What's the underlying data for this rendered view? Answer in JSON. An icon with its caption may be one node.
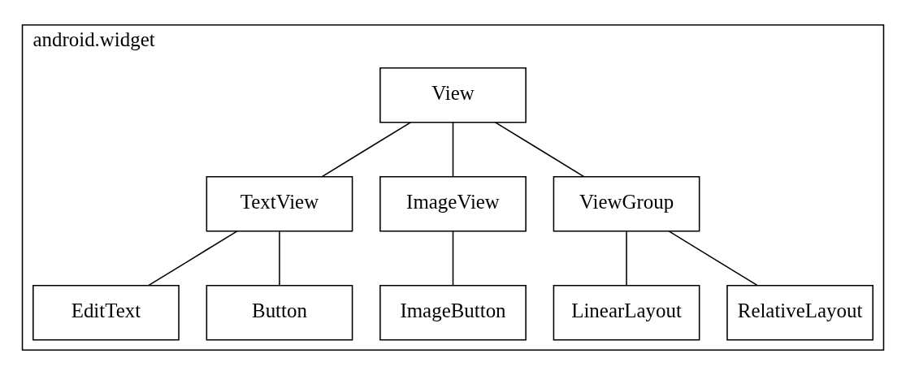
{
  "diagram": {
    "nodes": [
      {
        "text": [
          "android.widget"
        ]
      },
      {
        "text": [
          "View"
        ],
        "in": 0
      },
      {
        "text": [
          "TextView"
        ],
        "in": 0
      },
      {
        "text": [
          "ImageView"
        ],
        "in": 0
      },
      {
        "text": [
          "ViewGroup"
        ],
        "in": 0
      },
      {
        "text": [
          "EditText"
        ],
        "in": 0
      },
      {
        "text": [
          "Button"
        ],
        "in": 0
      },
      {
        "text": [
          "ImageButton"
        ],
        "in": 0
      },
      {
        "text": [
          "LinearLayout"
        ],
        "in": 0
      },
      {
        "text": [
          "RelativeLayout"
        ],
        "in": 0
      }
    ],
    "edges": [
      {
        "from": 1,
        "to": 2,
        "arrow": "none"
      },
      {
        "from": 1,
        "to": 3,
        "arrow": "none"
      },
      {
        "from": 1,
        "to": 4,
        "arrow": "none"
      },
      {
        "from": 2,
        "to": 5,
        "arrow": "none"
      },
      {
        "from": 2,
        "to": 6,
        "arrow": "none"
      },
      {
        "from": 3,
        "to": 7,
        "arrow": "none"
      },
      {
        "from": 4,
        "to": 8,
        "arrow": "none"
      },
      {
        "from": 4,
        "to": 9,
        "arrow": "none"
      }
    ]
  }
}
